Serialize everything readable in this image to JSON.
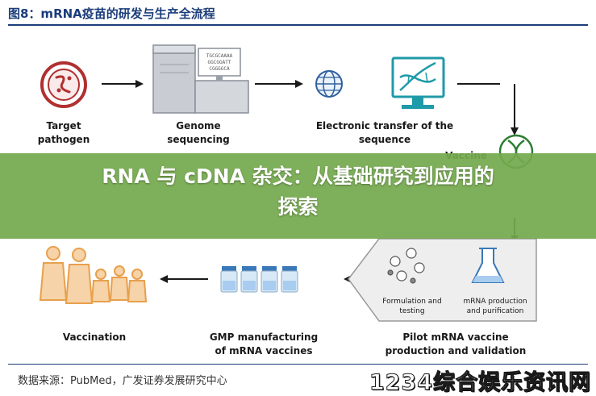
{
  "figure_title": "图8：mRNA疫苗的研发与生产全流程",
  "banner": {
    "line1": "RNA 与 cDNA 杂交：从基础研究到应用的",
    "line2": "探索"
  },
  "nodes": {
    "target": {
      "label_line1": "Target",
      "label_line2": "pathogen"
    },
    "genome": {
      "label_line1": "Genome",
      "label_line2": "sequencing",
      "seq1": "TGCGCAAAA",
      "seq2": "GGCGGATT",
      "seq3": "CGGGGCA"
    },
    "electronic": {
      "label_line1": "Electronic transfer of the",
      "label_line2": "sequence"
    },
    "vaccine": {
      "label": "Vaccine"
    },
    "pilot": {
      "label_line1": "Pilot mRNA vaccine",
      "label_line2": "production and validation",
      "formulation_line1": "Formulation and",
      "formulation_line2": "testing",
      "mrna_line1": "mRNA production",
      "mrna_line2": "and purification"
    },
    "gmp": {
      "label_line1": "GMP manufacturing",
      "label_line2": "of mRNA vaccines"
    },
    "vaccination": {
      "label": "Vaccination"
    }
  },
  "source": "数据来源：PubMed，广发证券发展研究中心",
  "watermark": "1234综合娱乐资讯网",
  "colors": {
    "title": "#1b3d7a",
    "pathogen_red": "#b03030",
    "dna_green": "#2e7d32",
    "monitor_teal": "#1f9aa8",
    "banner_green": "#74a94d",
    "person_orange": "#e8a04c",
    "vial_blue": "#3a79b8"
  }
}
